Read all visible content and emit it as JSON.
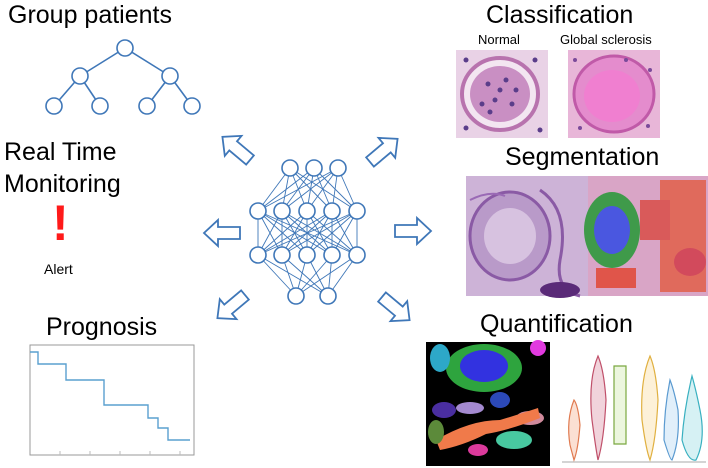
{
  "colors": {
    "network_blue": "#3f77b8",
    "alert_red": "#ff1a1a",
    "curve_blue": "#5aa0cf",
    "he_pink": "#d98fc4",
    "he_purple": "#b9a2cc"
  },
  "sections": {
    "group_patients": {
      "title": "Group patients"
    },
    "classification": {
      "title": "Classification",
      "sub_left": "Normal",
      "sub_right": "Global sclerosis"
    },
    "segmentation": {
      "title": "Segmentation"
    },
    "monitoring": {
      "title_line1": "Real Time",
      "title_line2": "Monitoring",
      "alert_symbol": "!",
      "alert_label": "Alert"
    },
    "prognosis": {
      "title": "Prognosis"
    },
    "quantification": {
      "title": "Quantification"
    }
  },
  "icons": [
    "neural-network-icon",
    "tree-icon",
    "survival-curve-icon",
    "violin-plot-icon",
    "arrow-icon"
  ]
}
